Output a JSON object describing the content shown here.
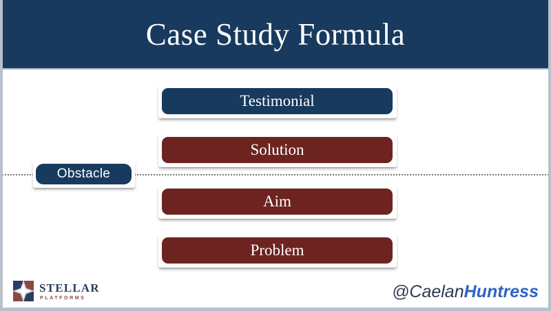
{
  "slide": {
    "title": "Case Study Formula",
    "colors": {
      "navy": "#173a5e",
      "maroon": "#6d2420",
      "frame_gray": "#b9c0cb",
      "handle_blue": "#2e63c8",
      "logo_navy": "#2b3d63",
      "logo_maroon": "#8a4b42",
      "bar_white": "#ffffff",
      "dotted_line": "#5b5b5b"
    }
  },
  "diagram": {
    "stack": [
      {
        "label": "Testimonial",
        "color": "navy"
      },
      {
        "label": "Solution",
        "color": "maroon"
      },
      {
        "label": "Aim",
        "color": "maroon"
      },
      {
        "label": "Problem",
        "color": "maroon"
      }
    ],
    "side_node": {
      "label": "Obstacle",
      "color": "navy"
    }
  },
  "footer": {
    "logo": {
      "icon": "compass-star-icon",
      "name": "STELLAR",
      "tagline": "PLATFORMS"
    },
    "handle": {
      "light": "@Caelan",
      "bold": "Huntress"
    }
  }
}
